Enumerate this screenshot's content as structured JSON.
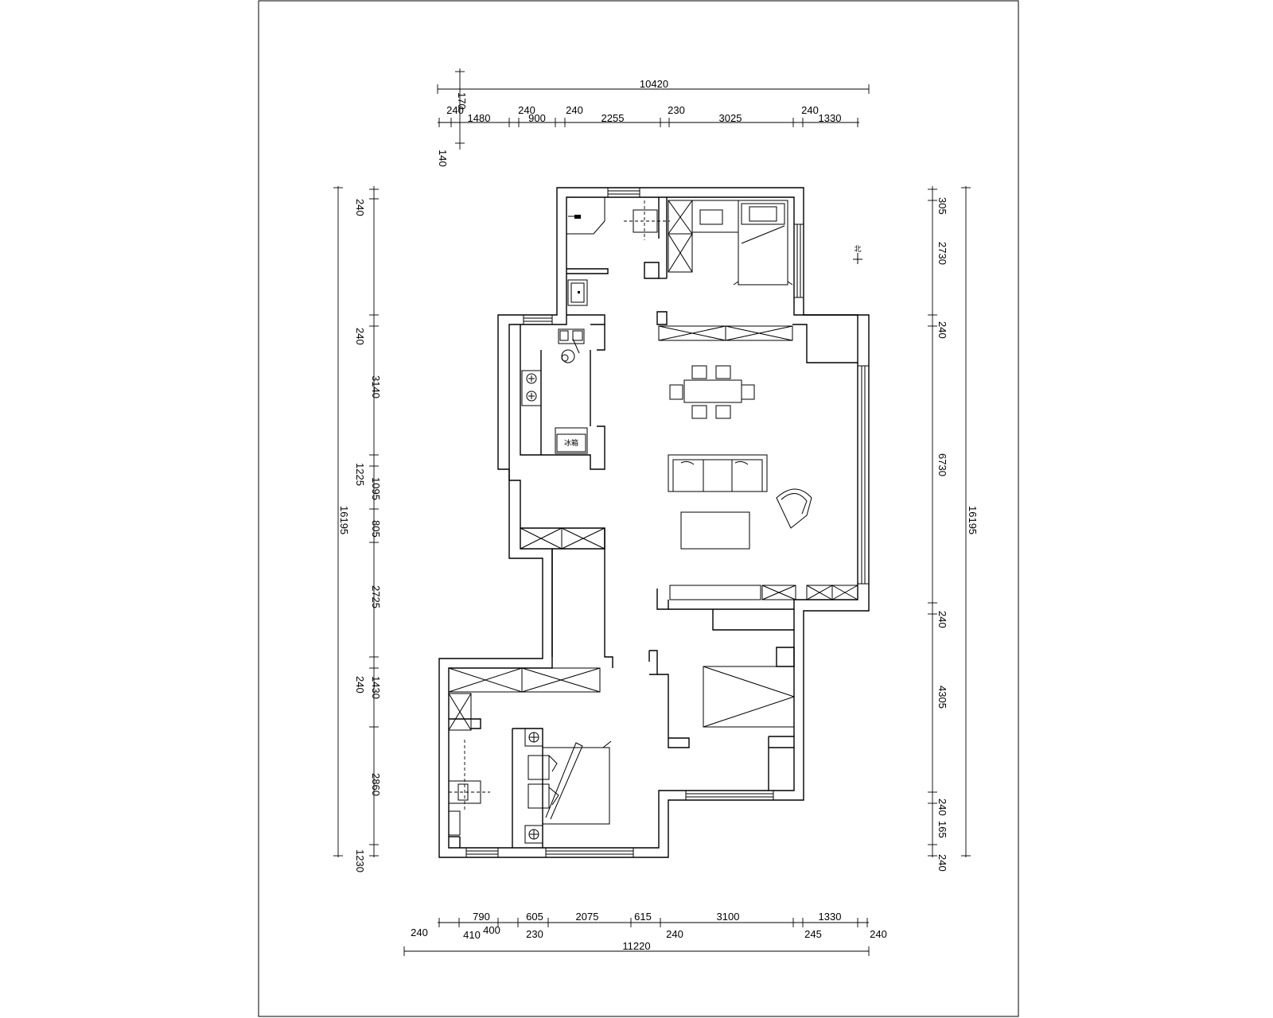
{
  "drawing": {
    "fridge_label": "冰箱",
    "north_mark": "北"
  },
  "dimensions": {
    "top_overall": "10420",
    "top_segments": [
      "240",
      "1480",
      "240",
      "900",
      "240",
      "2255",
      "230",
      "3025",
      "240",
      "1330"
    ],
    "top_vertical": [
      "170",
      "140"
    ],
    "bottom_overall": "11220",
    "bottom_upper": [
      "790",
      "605",
      "2075",
      "615",
      "3100",
      "1330"
    ],
    "bottom_lower": [
      "240",
      "410",
      "400",
      "230",
      "240",
      "245",
      "240"
    ],
    "left_overall": "16195",
    "left_segments": [
      "240",
      "240",
      "3140",
      "1225",
      "1095",
      "805",
      "2725",
      "240",
      "1430",
      "2860",
      "1230"
    ],
    "right_overall": "16195",
    "right_segments": [
      "305",
      "2730",
      "240",
      "6730",
      "240",
      "4305",
      "240",
      "165",
      "240"
    ]
  }
}
